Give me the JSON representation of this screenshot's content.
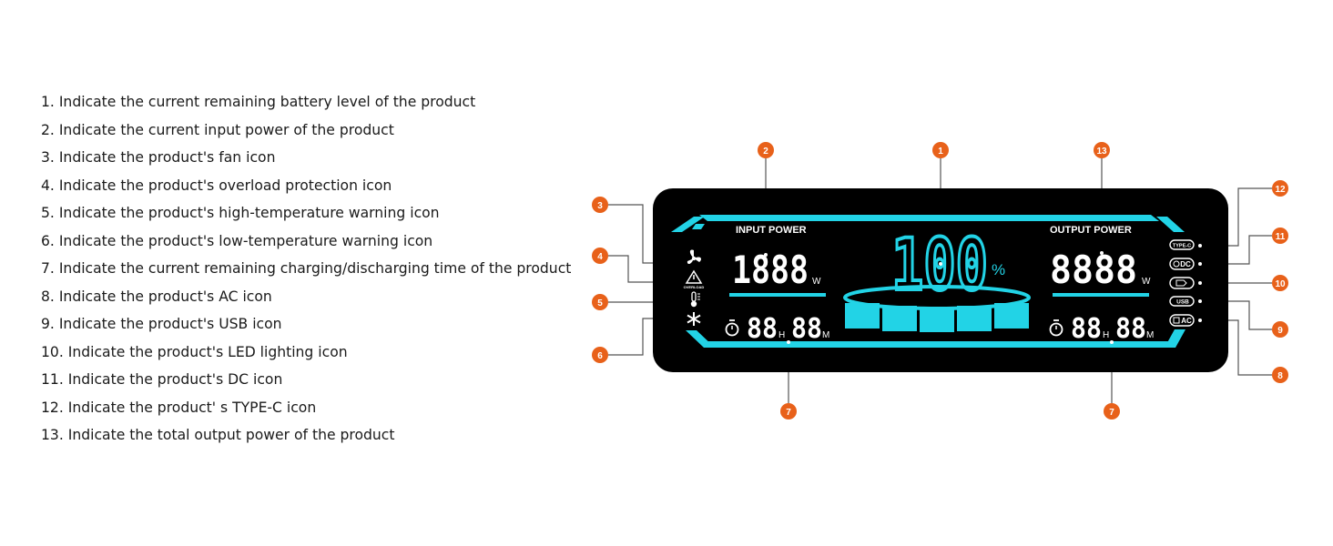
{
  "legend": [
    "1. Indicate the current remaining battery level of the product",
    "2. Indicate the current input power of the product",
    "3. Indicate the product's fan icon",
    "4. Indicate the product's overload protection icon",
    "5. Indicate the product's high-temperature warning icon",
    "6. Indicate the product's low-temperature warning icon",
    "7. Indicate the current remaining charging/discharging time of the product",
    "8. Indicate the product's AC icon",
    "9. Indicate the product's USB icon",
    "10. Indicate the product's LED lighting icon",
    "11. Indicate the product's DC icon",
    "12. Indicate the product' s TYPE-C icon",
    "13. Indicate the total output power of the product"
  ],
  "display": {
    "input_label": "INPUT POWER",
    "output_label": "OUTPUT POWER",
    "input_digits": "1888",
    "output_digits": "8888",
    "watt_unit": "W",
    "battery_value": "100",
    "percent_sign": "%",
    "hours_digits": "88",
    "minutes_digits": "88",
    "hours_unit": "H",
    "minutes_unit": "M",
    "overload_text": "OVERLOAD"
  },
  "port_icons": {
    "typec": "TYPE-C",
    "dc": "DC",
    "usb": "USB",
    "ac": "AC"
  },
  "callouts": {
    "n1": "1",
    "n2": "2",
    "n3": "3",
    "n4": "4",
    "n5": "5",
    "n6": "6",
    "n7a": "7",
    "n7b": "7",
    "n8": "8",
    "n9": "9",
    "n10": "10",
    "n11": "11",
    "n12": "12",
    "n13": "13"
  },
  "colors": {
    "panel": "#000000",
    "accent": "#22d3e6",
    "callout": "#e8611a",
    "legend_text": "#1a1a1a"
  }
}
